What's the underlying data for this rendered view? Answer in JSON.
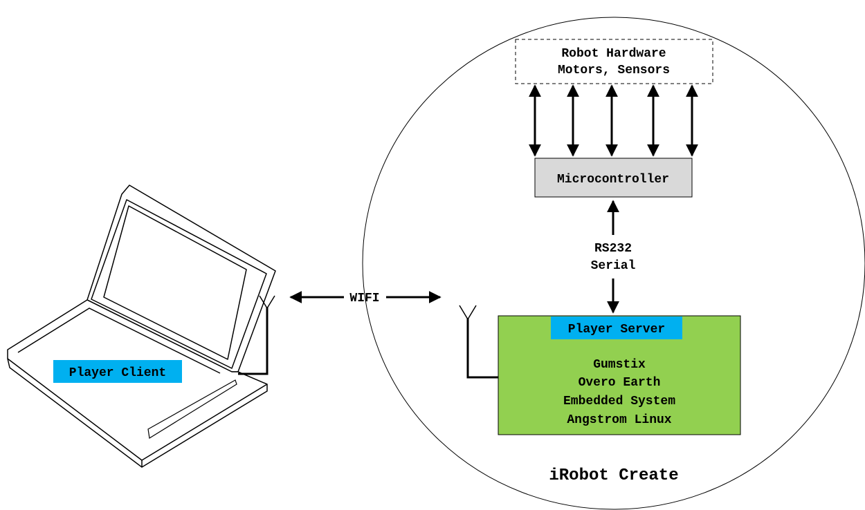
{
  "robot_title": "iRobot Create",
  "hardware_box": {
    "line1": "Robot Hardware",
    "line2": "Motors, Sensors"
  },
  "microcontroller_box": {
    "label": "Microcontroller"
  },
  "serial_link": {
    "line1": "RS232",
    "line2": "Serial"
  },
  "wifi_link": {
    "label": "WIFI"
  },
  "server_box": {
    "tag": "Player Server",
    "line1": "Gumstix",
    "line2": "Overo Earth",
    "line3": "Embedded System",
    "line4": "Angstrom Linux"
  },
  "client": {
    "tag": "Player Client"
  },
  "colors": {
    "server_fill": "#92d050",
    "tag_fill": "#00b0f0",
    "micro_fill": "#d9d9d9",
    "line": "#000000"
  }
}
